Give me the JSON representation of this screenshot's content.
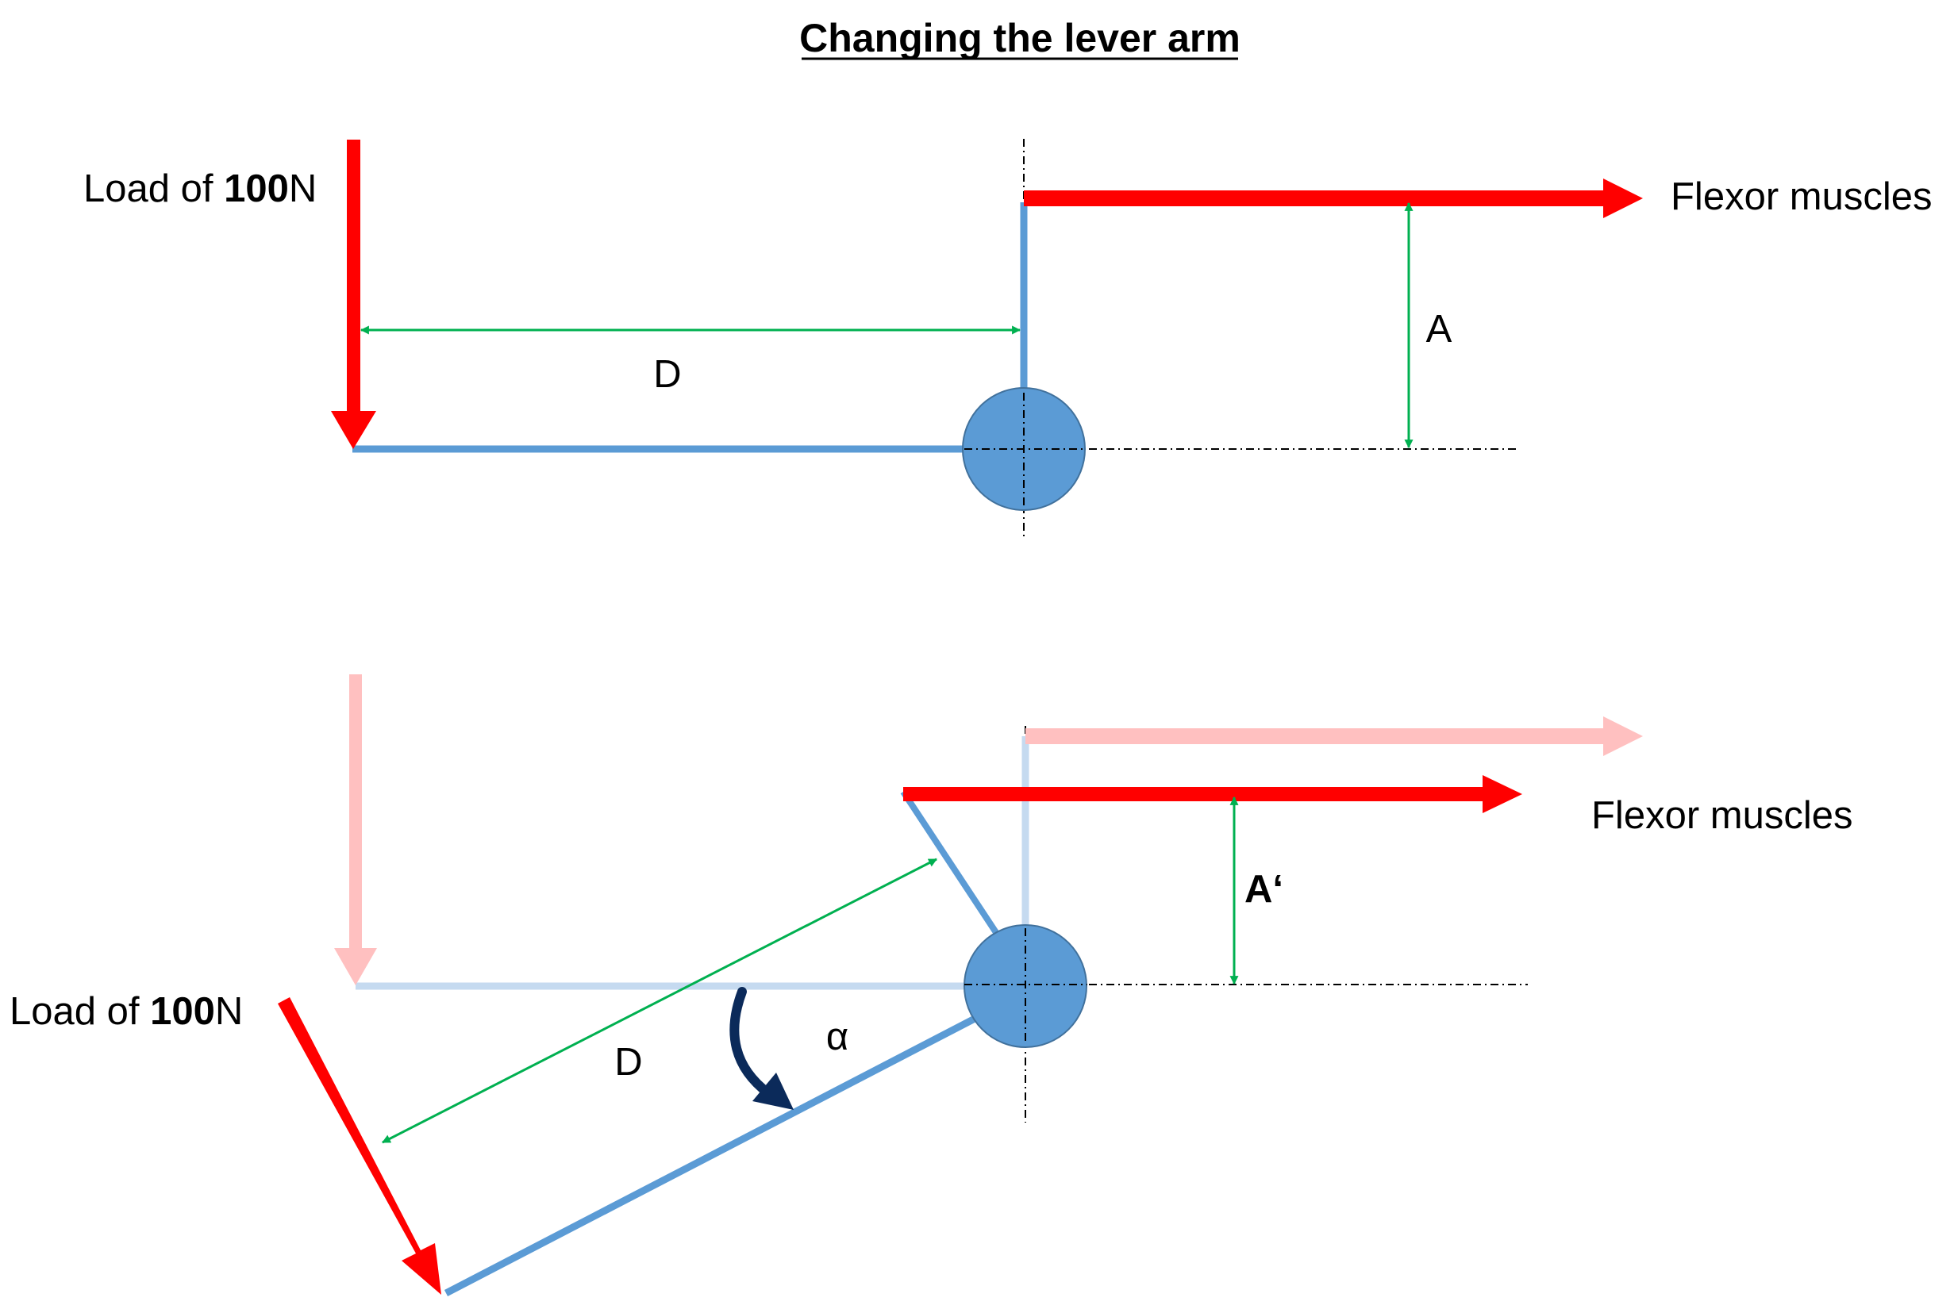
{
  "title": "Changing the lever arm",
  "colors": {
    "force_arrow": "#ff0000",
    "faded_arrow": "#ffc0c0",
    "bone": "#5b9bd5",
    "bone_faded": "#c5daf0",
    "joint_fill": "#5b9bd5",
    "joint_stroke": "#41719c",
    "dimension": "#00b050",
    "rotation_arrow": "#0b2a5a",
    "reference_line": "#000000"
  },
  "top_diagram": {
    "load_label_prefix": "Load of ",
    "load_label_value": "100",
    "load_label_unit": "N",
    "muscle_label": "Flexor muscles",
    "distance_label": "D",
    "lever_arm_label": "A"
  },
  "bottom_diagram": {
    "load_label_prefix": "Load of ",
    "load_label_value": "100",
    "load_label_unit": "N",
    "muscle_label": "Flexor muscles",
    "distance_label": "D",
    "lever_arm_label": "A‘",
    "angle_label": "α"
  }
}
